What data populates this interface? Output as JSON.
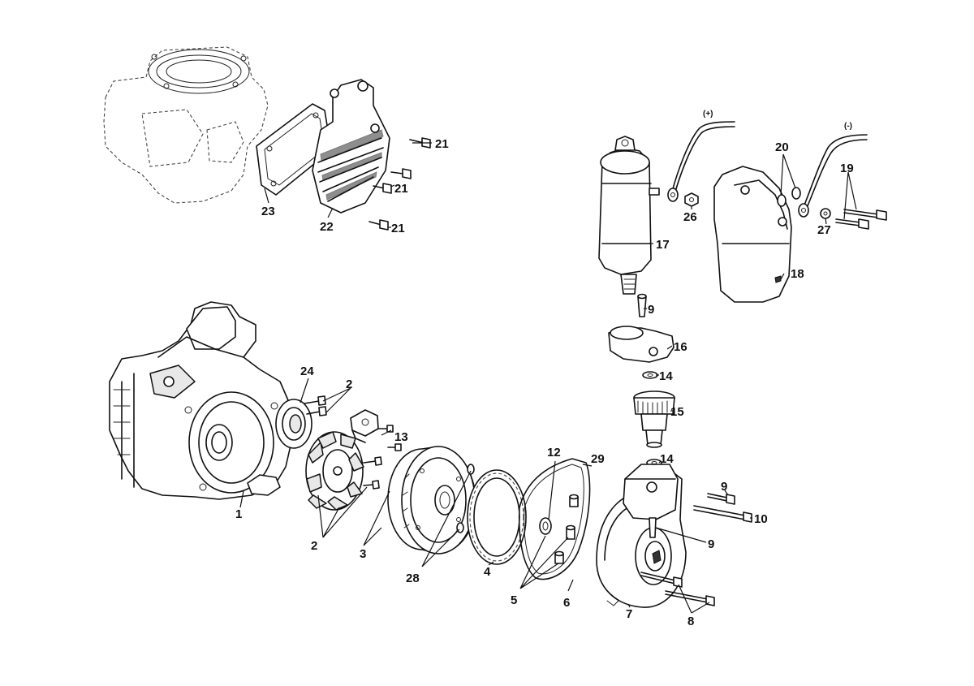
{
  "diagram": {
    "callouts": {
      "c1": "1",
      "c2": "2",
      "c3": "3",
      "c4": "4",
      "c5": "5",
      "c6": "6",
      "c7": "7",
      "c8": "8",
      "c9": "9",
      "c10": "10",
      "c12": "12",
      "c13": "13",
      "c14": "14",
      "c15": "15",
      "c16": "16",
      "c17": "17",
      "c18": "18",
      "c19": "19",
      "c20": "20",
      "c21": "21",
      "c22": "22",
      "c23": "23",
      "c24": "24",
      "c26": "26",
      "c27": "27",
      "c28": "28",
      "c29": "29"
    },
    "cable_signs": {
      "positive": "(+)",
      "negative": "(-)"
    }
  }
}
